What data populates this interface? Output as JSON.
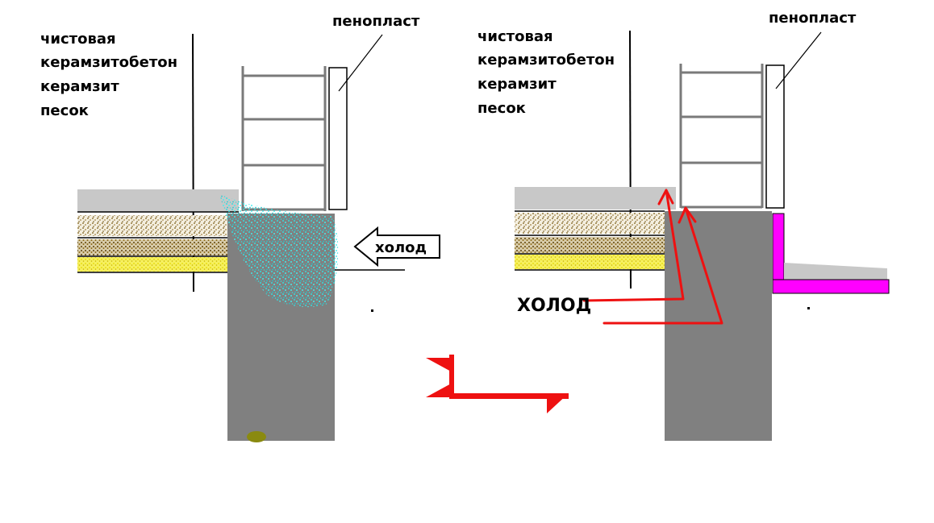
{
  "left_panel": {
    "layer_labels": [
      "чистовая",
      "керамзитобетон",
      "керамзит",
      "песок"
    ],
    "insulation_label": "пенопласт",
    "cold_label": "холод"
  },
  "right_panel": {
    "layer_labels": [
      "чистовая",
      "керамзитобетон",
      "керамзит",
      "песок"
    ],
    "insulation_label": "пенопласт",
    "cold_label": "ХОЛОД"
  },
  "colors": {
    "concrete": "#808080",
    "finish": "#c8c8c8",
    "keramzit": "#8b6914",
    "sand": "#f0f000",
    "cold_spray": "#30e0e0",
    "arrow_red": "#ee1111",
    "insulation_magenta": "#ff00ff",
    "outline": "#000000"
  }
}
